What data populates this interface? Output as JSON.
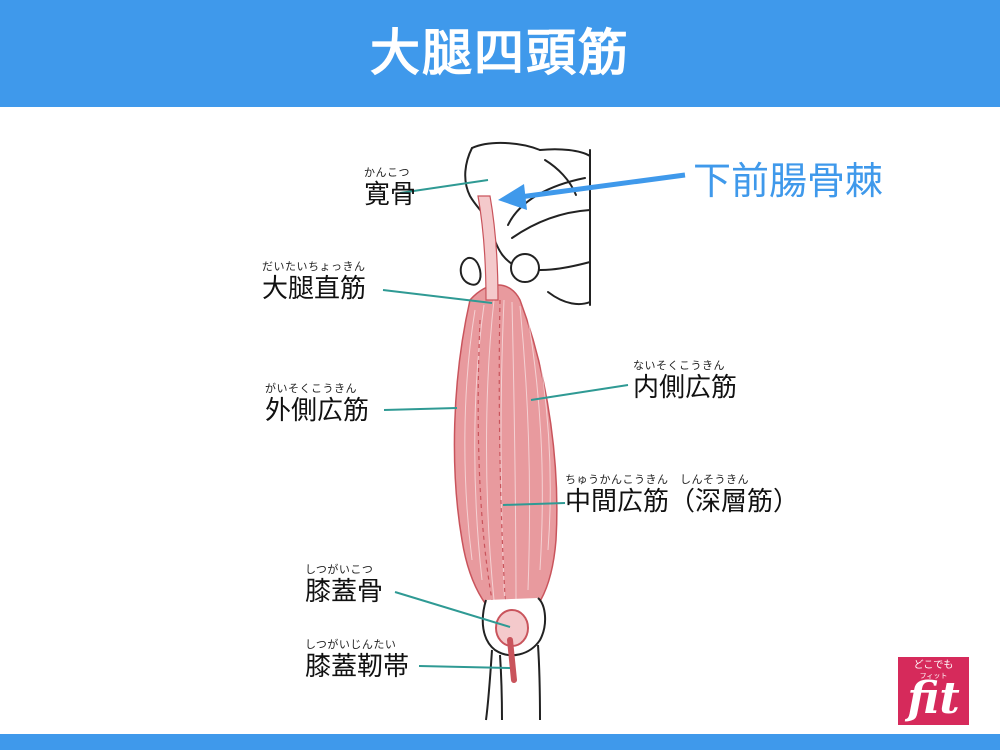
{
  "header": {
    "title": "大腿四頭筋"
  },
  "annotation": {
    "text": "下前腸骨棘"
  },
  "labels": {
    "ilium": {
      "ruby": "かんこつ",
      "text": "寛骨"
    },
    "rectus_femoris": {
      "ruby": "だいたいちょっきん",
      "text": "大腿直筋"
    },
    "vastus_lateralis": {
      "ruby": "がいそくこうきん",
      "text": "外側広筋"
    },
    "vastus_medialis": {
      "ruby": "ないそくこうきん",
      "text": "内側広筋"
    },
    "vastus_intermedius": {
      "ruby": "ちゅうかんこうきん　しんそうきん",
      "text": "中間広筋（深層筋）"
    },
    "patella": {
      "ruby": "しつがいこつ",
      "text": "膝蓋骨"
    },
    "patellar_ligament": {
      "ruby": "しつがいじんたい",
      "text": "膝蓋靭帯"
    }
  },
  "logo": {
    "small_text": "どこでも",
    "sub_text": "フィット",
    "main_text": "fit"
  },
  "colors": {
    "header": "#3f99eb",
    "leader_line": "#2f9a94",
    "arrow": "#3f99eb",
    "muscle": "#e89a9e",
    "logo": "#d62a5b"
  }
}
